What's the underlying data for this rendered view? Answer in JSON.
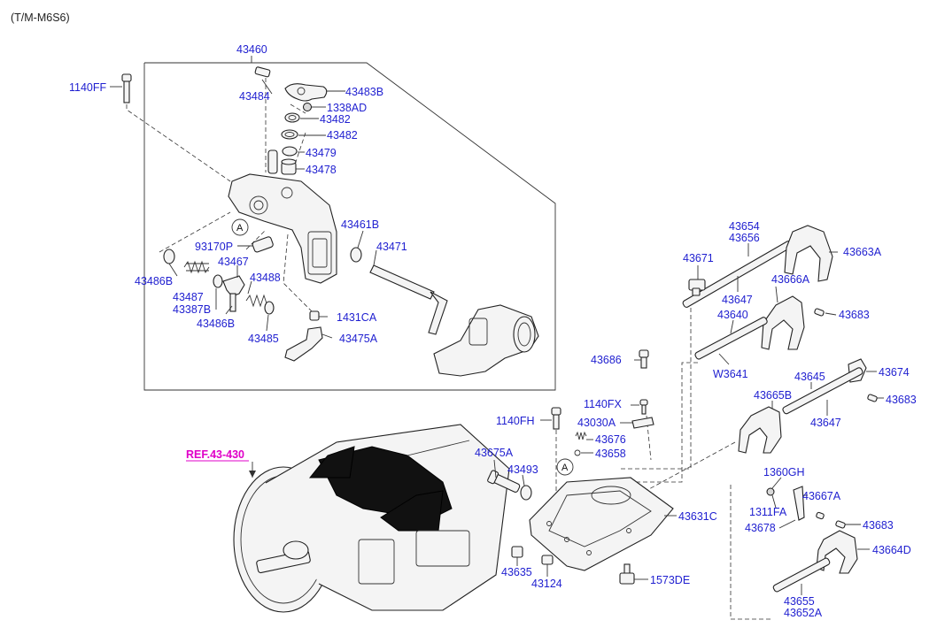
{
  "header": {
    "model_code": "(T/M-M6S6)"
  },
  "reference": {
    "label": "REF.43-430"
  },
  "callouts": [
    {
      "id": "43460",
      "text": "43460"
    },
    {
      "id": "1140FF",
      "text": "1140FF"
    },
    {
      "id": "43484",
      "text": "43484"
    },
    {
      "id": "43483B",
      "text": "43483B"
    },
    {
      "id": "1338AD",
      "text": "1338AD"
    },
    {
      "id": "43482a",
      "text": "43482"
    },
    {
      "id": "43482b",
      "text": "43482"
    },
    {
      "id": "43479",
      "text": "43479"
    },
    {
      "id": "43478",
      "text": "43478"
    },
    {
      "id": "43461B",
      "text": "43461B"
    },
    {
      "id": "93170P",
      "text": "93170P"
    },
    {
      "id": "43471",
      "text": "43471"
    },
    {
      "id": "43467",
      "text": "43467"
    },
    {
      "id": "43486B-a",
      "text": "43486B"
    },
    {
      "id": "43487",
      "text": "43487"
    },
    {
      "id": "43387B",
      "text": "43387B"
    },
    {
      "id": "43488",
      "text": "43488"
    },
    {
      "id": "43486B-b",
      "text": "43486B"
    },
    {
      "id": "1431CA",
      "text": "1431CA"
    },
    {
      "id": "43485",
      "text": "43485"
    },
    {
      "id": "43475A",
      "text": "43475A"
    },
    {
      "id": "43654",
      "text": "43654"
    },
    {
      "id": "43656",
      "text": "43656"
    },
    {
      "id": "43663A",
      "text": "43663A"
    },
    {
      "id": "43671",
      "text": "43671"
    },
    {
      "id": "43666A",
      "text": "43666A"
    },
    {
      "id": "43647a",
      "text": "43647"
    },
    {
      "id": "43640",
      "text": "43640"
    },
    {
      "id": "43683a",
      "text": "43683"
    },
    {
      "id": "43686",
      "text": "43686"
    },
    {
      "id": "W3641",
      "text": "W3641"
    },
    {
      "id": "43645",
      "text": "43645"
    },
    {
      "id": "43674",
      "text": "43674"
    },
    {
      "id": "43665B",
      "text": "43665B"
    },
    {
      "id": "43683b",
      "text": "43683"
    },
    {
      "id": "1140FX",
      "text": "1140FX"
    },
    {
      "id": "1140FH",
      "text": "1140FH"
    },
    {
      "id": "43030A",
      "text": "43030A"
    },
    {
      "id": "43647b",
      "text": "43647"
    },
    {
      "id": "43676",
      "text": "43676"
    },
    {
      "id": "43658",
      "text": "43658"
    },
    {
      "id": "43675A",
      "text": "43675A"
    },
    {
      "id": "43493",
      "text": "43493"
    },
    {
      "id": "1360GH",
      "text": "1360GH"
    },
    {
      "id": "43667A",
      "text": "43667A"
    },
    {
      "id": "43631C",
      "text": "43631C"
    },
    {
      "id": "1311FA",
      "text": "1311FA"
    },
    {
      "id": "43678",
      "text": "43678"
    },
    {
      "id": "43683c",
      "text": "43683"
    },
    {
      "id": "43664D",
      "text": "43664D"
    },
    {
      "id": "43635",
      "text": "43635"
    },
    {
      "id": "43124",
      "text": "43124"
    },
    {
      "id": "1573DE",
      "text": "1573DE"
    },
    {
      "id": "43655",
      "text": "43655"
    },
    {
      "id": "43652A",
      "text": "43652A"
    }
  ],
  "markers": [
    {
      "id": "A-upper",
      "text": "A"
    },
    {
      "id": "A-lower",
      "text": "A"
    }
  ]
}
